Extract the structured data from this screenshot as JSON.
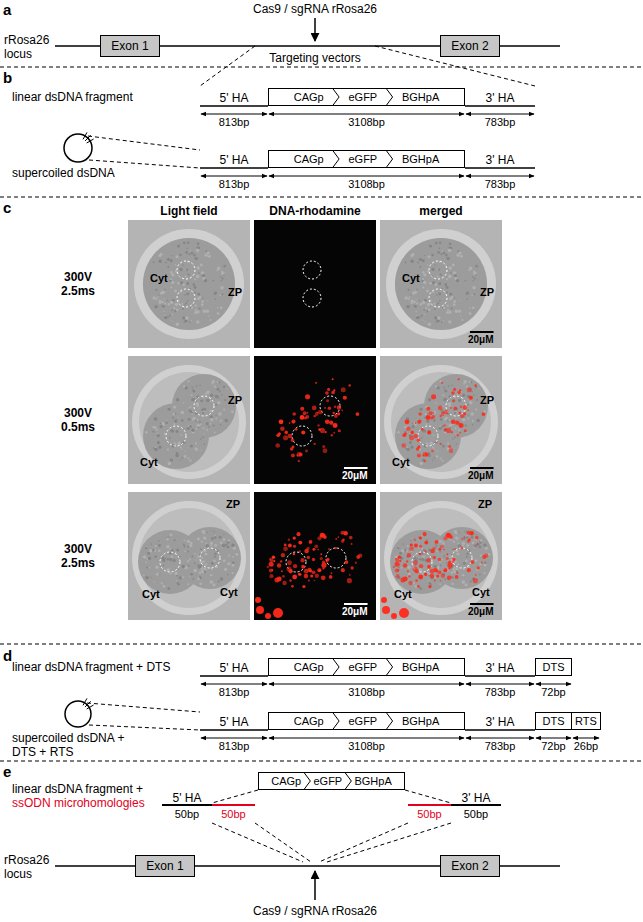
{
  "diagram": {
    "nodes": [
      {
        "text": [
          "Exon 1"
        ]
      },
      {
        "text": [
          "Exon 2"
        ]
      },
      {
        "text": [
          "CAGp",
          "eGFP",
          "BGHpA"
        ]
      },
      {
        "text": [
          "CAGp",
          "eGFP",
          "BGHpA"
        ]
      },
      {
        "text": [
          "CAGp",
          "eGFP",
          "BGHpA"
        ]
      },
      {
        "text": [
          "DTS"
        ]
      },
      {
        "text": [
          "CAGp",
          "eGFP",
          "BGHpA"
        ]
      },
      {
        "text": [
          "DTS"
        ]
      },
      {
        "text": [
          "RTS"
        ]
      },
      {
        "text": [
          "CAGp",
          "eGFP",
          "BGHpA"
        ]
      },
      {
        "text": [
          "Exon 1"
        ]
      },
      {
        "text": [
          "Exon 2"
        ]
      }
    ],
    "edges": [
      {
        "from": 0,
        "to": 1,
        "arrow": "none"
      },
      {
        "from": 10,
        "to": 11,
        "arrow": "none"
      }
    ],
    "labels": [
      "a",
      "Cas9 / sgRNA rRosa26",
      "rRosa26 locus",
      "Targeting vectors",
      "b",
      "linear dsDNA fragment",
      "5' HA",
      "3' HA",
      "813bp",
      "3108bp",
      "783bp",
      "supercoiled dsDNA",
      "5' HA",
      "3' HA",
      "813bp",
      "3108bp",
      "783bp",
      "c",
      "Light field",
      "DNA-rhodamine",
      "merged",
      "300V 2.5ms",
      "300V 0.5ms",
      "300V 2.5ms",
      "Cyt",
      "ZP",
      "Cyt",
      "ZP",
      "20μM",
      "Cyt",
      "ZP",
      "20μM",
      "Cyt",
      "ZP",
      "20μM",
      "ZP",
      "Cyt",
      "Cyt",
      "20μM",
      "ZP",
      "Cyt",
      "Cyt",
      "20μM",
      "d",
      "linear dsDNA fragment + DTS",
      "5' HA",
      "3' HA",
      "813bp",
      "3108bp",
      "783bp",
      "72bp",
      "supercoiled dsDNA + DTS + RTS",
      "5' HA",
      "3' HA",
      "813bp",
      "3108bp",
      "783bp",
      "72bp",
      "26bp",
      "e",
      "linear dsDNA fragment +",
      "ssODN microhomologies",
      "5' HA",
      "50bp",
      "50bp",
      "50bp",
      "50bp",
      "3' HA",
      "rRosa26 locus",
      "Cas9 / sgRNA rRosa26"
    ]
  }
}
